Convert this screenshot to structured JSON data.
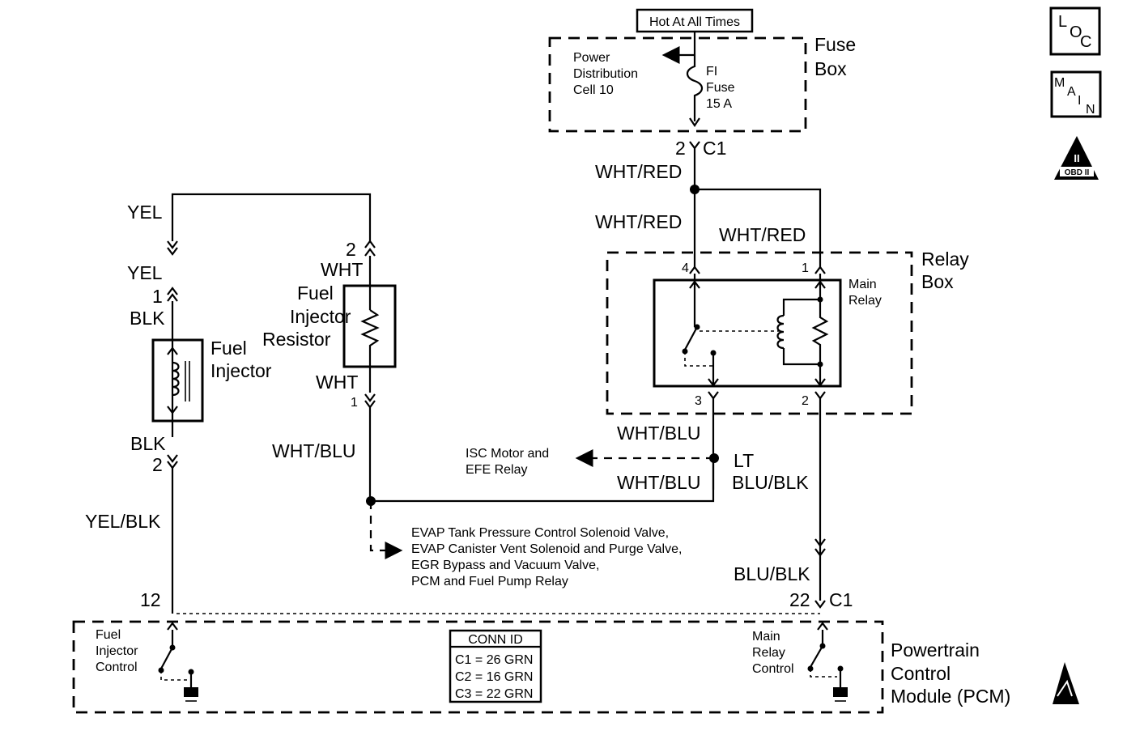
{
  "power_label": "Hot At All Times",
  "fuse_box": {
    "title_line1": "Fuse",
    "title_line2": "Box",
    "pd_line1": "Power",
    "pd_line2": "Distribution",
    "pd_line3": "Cell 10",
    "fuse_line1": "FI",
    "fuse_line2": "Fuse",
    "fuse_line3": "15 A"
  },
  "badges": {
    "loc": [
      "L",
      "O",
      "C"
    ],
    "main": [
      "M",
      "A",
      "I",
      "N"
    ],
    "obd_numeral": "II",
    "obd_text": "OBD II"
  },
  "connectors": {
    "c1_fuse_pin": "2",
    "c1_name": "C1",
    "resistor_top_pin": "2",
    "resistor_bottom_pin": "1",
    "injector_top_pin": "1",
    "injector_bottom_pin": "2",
    "relay_pin_4": "4",
    "relay_pin_1": "1",
    "relay_pin_3": "3",
    "relay_pin_2": "2",
    "pcm_pin_12": "12",
    "pcm_pin_22": "22",
    "pcm_c1": "C1"
  },
  "wires": {
    "wht_red_1": "WHT/RED",
    "wht_red_2": "WHT/RED",
    "wht_red_3": "WHT/RED",
    "yel_1": "YEL",
    "yel_2": "YEL",
    "blk_1": "BLK",
    "blk_2": "BLK",
    "yel_blk": "YEL/BLK",
    "wht_1": "WHT",
    "wht_2": "WHT",
    "wht_blu_1": "WHT/BLU",
    "wht_blu_2": "WHT/BLU",
    "wht_blu_3": "WHT/BLU",
    "lt": "LT",
    "blu_blk_1": "BLU/BLK",
    "blu_blk_2": "BLU/BLK"
  },
  "components": {
    "injector_line1": "Fuel",
    "injector_line2": "Injector",
    "resistor_line1": "Fuel",
    "resistor_line2": "Injector",
    "resistor_line3": "Resistor",
    "relay_box_line1": "Relay",
    "relay_box_line2": "Box",
    "main_relay_line1": "Main",
    "main_relay_line2": "Relay"
  },
  "loads": {
    "isc_line1": "ISC Motor and",
    "isc_line2": "EFE Relay",
    "evap_line1": "EVAP Tank Pressure Control Solenoid Valve,",
    "evap_line2": "EVAP Canister Vent Solenoid and Purge Valve,",
    "evap_line3": "EGR Bypass and Vacuum Valve,",
    "evap_line4": "PCM and Fuel Pump Relay"
  },
  "pcm": {
    "title_line1": "Powertrain",
    "title_line2": "Control",
    "title_line3": "Module (PCM)",
    "inj_ctrl_line1": "Fuel",
    "inj_ctrl_line2": "Injector",
    "inj_ctrl_line3": "Control",
    "relay_ctrl_line1": "Main",
    "relay_ctrl_line2": "Relay",
    "relay_ctrl_line3": "Control"
  },
  "conn_id": {
    "header": "CONN ID",
    "rows": [
      "C1 = 26 GRN",
      "C2 = 16 GRN",
      "C3 = 22 GRN"
    ]
  }
}
